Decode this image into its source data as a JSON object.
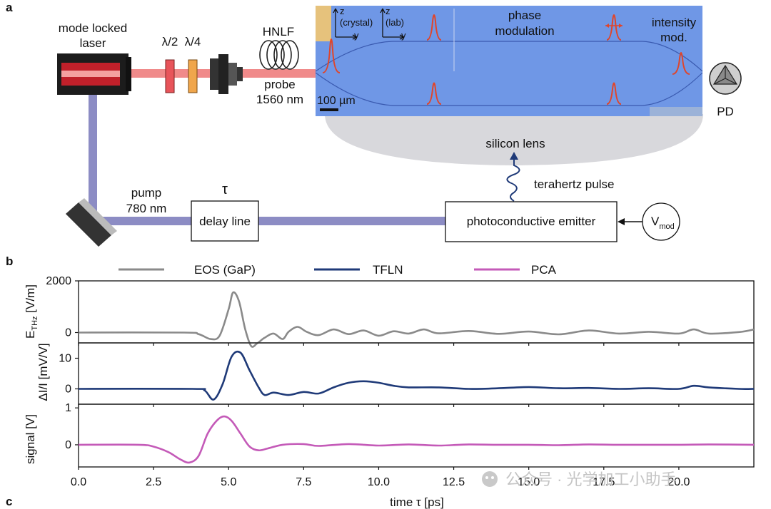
{
  "panel_letters": {
    "a": "a",
    "b": "b",
    "c": "c"
  },
  "setup": {
    "laser_label_1": "mode locked",
    "laser_label_2": "laser",
    "half_wave": "λ/2",
    "quarter_wave": "λ/4",
    "hnlf": "HNLF",
    "probe_1": "probe",
    "probe_2": "1560 nm",
    "pump_1": "pump",
    "pump_2": "780 nm",
    "tau": "τ",
    "delay_line": "delay line",
    "emitter": "photoconductive emitter",
    "vmod_main": "V",
    "vmod_sub": "mod",
    "silicon_lens": "silicon lens",
    "terahertz_pulse": "terahertz pulse",
    "pd": "PD",
    "chip": {
      "z_crystal": "z",
      "y_crystal": "y",
      "crystal": "(crystal)",
      "z_lab": "z",
      "y_lab": "y",
      "lab": "(lab)",
      "phase_1": "phase",
      "phase_2": "modulation",
      "intensity_1": "intensity",
      "intensity_2": "mod.",
      "scale_bar": "100 µm"
    }
  },
  "colors": {
    "probe_beam": "#f08a8a",
    "pump_beam": "#8c8cc4",
    "chip_bg": "#6f97e6",
    "pulse": "#e0452a",
    "eos": "#8a8a8a",
    "tfln": "#1f3a78",
    "pca": "#c45ab8"
  },
  "legend": [
    {
      "label": "EOS (GaP)",
      "color": "#8a8a8a"
    },
    {
      "label": "TFLN",
      "color": "#1f3a78"
    },
    {
      "label": "PCA",
      "color": "#c45ab8"
    }
  ],
  "watermark": "公众号 · 光学加工小助手",
  "chart_data": {
    "type": "line",
    "xlabel": "time τ [ps]",
    "xlim": [
      0,
      22.5
    ],
    "xticks": [
      "0.0",
      "2.5",
      "5.0",
      "7.5",
      "10.0",
      "12.5",
      "15.0",
      "17.5",
      "20.0"
    ],
    "panels": [
      {
        "name": "EOS (GaP)",
        "ylabel": "E",
        "ylabel_sub": "THz",
        "ylabel_unit": " [V/m]",
        "ylim": [
          -400,
          2000
        ],
        "yticks": [
          "2000",
          "0"
        ],
        "ytick_values": [
          2000,
          0
        ],
        "color": "#8a8a8a",
        "x": [
          0,
          3.5,
          4.0,
          4.4,
          4.7,
          5.0,
          5.15,
          5.35,
          5.55,
          5.75,
          5.95,
          6.2,
          6.5,
          6.8,
          7.0,
          7.3,
          7.6,
          8.0,
          8.5,
          9.0,
          9.5,
          10.0,
          10.5,
          11.0,
          11.5,
          12.0,
          13.0,
          14.0,
          15.0,
          16.0,
          17.0,
          18.0,
          19.0,
          20.0,
          20.5,
          21.0,
          22.0,
          22.5
        ],
        "y": [
          0,
          0,
          -60,
          -250,
          -120,
          900,
          1550,
          1200,
          150,
          -520,
          -420,
          -200,
          -40,
          -250,
          30,
          220,
          30,
          -100,
          120,
          -60,
          80,
          -120,
          50,
          -40,
          120,
          -30,
          60,
          -50,
          40,
          -70,
          80,
          -40,
          30,
          -40,
          120,
          -40,
          20,
          120
        ]
      },
      {
        "name": "TFLN",
        "ylabel": "ΔI/I [mV/V]",
        "ylim": [
          -5,
          15
        ],
        "yticks": [
          "10",
          "0"
        ],
        "ytick_values": [
          10,
          0
        ],
        "color": "#1f3a78",
        "x": [
          0,
          3.8,
          4.2,
          4.5,
          4.8,
          5.1,
          5.4,
          5.7,
          6.0,
          6.2,
          6.5,
          7.0,
          7.5,
          8.0,
          8.5,
          9.0,
          9.5,
          10.0,
          10.5,
          11.0,
          12.0,
          13.0,
          14.0,
          15.0,
          16.0,
          17.0,
          18.0,
          19.0,
          20.0,
          20.5,
          21.0,
          22.0,
          22.5
        ],
        "y": [
          0,
          0,
          -0.5,
          -3.5,
          1.5,
          10.5,
          11.8,
          6,
          0.5,
          -2,
          -1.2,
          -2,
          -1.0,
          -1.5,
          0.5,
          2,
          2.5,
          2.0,
          1.0,
          0.5,
          0.5,
          0.0,
          0.2,
          0.6,
          0.2,
          0.3,
          0.0,
          0.2,
          0.0,
          1.0,
          0.5,
          0.0,
          0.0
        ]
      },
      {
        "name": "PCA",
        "ylabel": "signal [V]",
        "ylim": [
          -0.6,
          1.1
        ],
        "yticks": [
          "1",
          "0"
        ],
        "ytick_values": [
          1,
          0
        ],
        "color": "#c45ab8",
        "x": [
          0,
          2.0,
          2.5,
          3.0,
          3.4,
          3.7,
          4.0,
          4.3,
          4.6,
          4.85,
          5.1,
          5.4,
          5.7,
          6.0,
          6.3,
          6.8,
          7.5,
          8.0,
          9.0,
          10.0,
          11.0,
          12.0,
          13.0,
          14.0,
          15.0,
          16.0,
          17.0,
          18.0,
          19.0,
          20.0,
          21.0,
          22.5
        ],
        "y": [
          0,
          0,
          -0.05,
          -0.2,
          -0.4,
          -0.48,
          -0.3,
          0.3,
          0.65,
          0.77,
          0.65,
          0.3,
          -0.05,
          -0.15,
          -0.1,
          0.0,
          0.02,
          -0.03,
          0.02,
          -0.02,
          0.01,
          -0.02,
          0.01,
          0.0,
          0.0,
          -0.01,
          0.01,
          0.0,
          0.0,
          0.0,
          0.01,
          0.0
        ]
      }
    ]
  }
}
